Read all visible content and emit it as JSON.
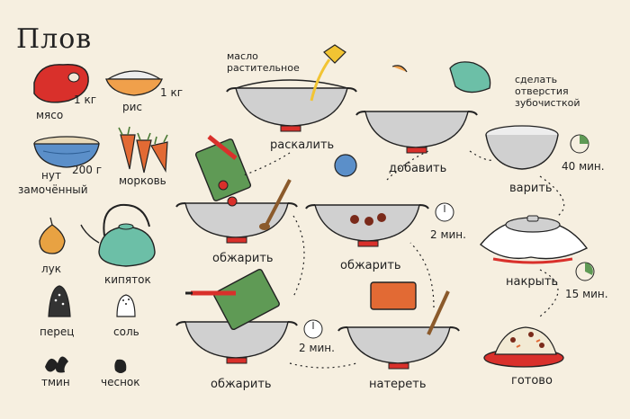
{
  "title": "Плов",
  "ingredients": {
    "meat": {
      "name": "мясо",
      "qty": "1 кг"
    },
    "rice": {
      "name": "рис",
      "qty": "1 кг"
    },
    "chickpea": {
      "name": "нут",
      "qty": "200 г",
      "note": "замочённый"
    },
    "carrot": {
      "name": "морковь"
    },
    "onion": {
      "name": "лук"
    },
    "water": {
      "name": "кипяток"
    },
    "pepper": {
      "name": "перец"
    },
    "salt": {
      "name": "соль"
    },
    "cumin": {
      "name": "тмин"
    },
    "garlic": {
      "name": "чеснок"
    }
  },
  "steps": {
    "oil_label": "масло растительное",
    "heat": "раскалить",
    "fry_meat": "обжарить",
    "fry_onion": "обжарить",
    "fry_carrot": "обжарить",
    "grate": "натереть",
    "add": "добавить",
    "cook": "варить",
    "cover": "накрыть",
    "done": "готово",
    "holes_note": "сделать отверстия зубочисткой",
    "t_2min_a": "2 мин.",
    "t_2min_b": "2 мин.",
    "t_40min": "40 мин.",
    "t_15min": "15 мин."
  },
  "colors": {
    "background": "#f6efe0",
    "red": "#d9302b",
    "green": "#5f9a55",
    "teal": "#6cbfa7",
    "blue": "#5b8fc9",
    "orange": "#e26a34",
    "pan": "#cfcfcf"
  }
}
